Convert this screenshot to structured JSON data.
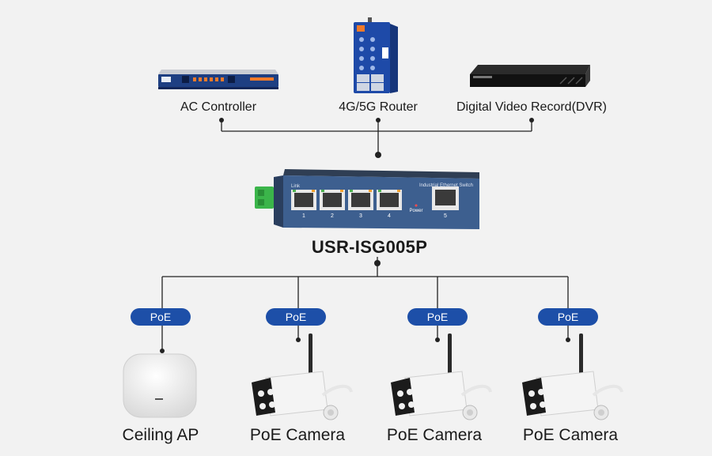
{
  "top_devices": [
    {
      "label": "AC Controller",
      "icon": "rack-controller-icon"
    },
    {
      "label": "4G/5G Router",
      "icon": "industrial-router-icon"
    },
    {
      "label": "Digital Video Record(DVR)",
      "icon": "dvr-icon"
    }
  ],
  "switch": {
    "name": "USR-ISG005P",
    "brand_text": "Industrial Ethernet Switch",
    "link_text": "Link",
    "power_text": "Power",
    "port_numbers": [
      "1",
      "2",
      "3",
      "4",
      "5"
    ]
  },
  "poe_badge": "PoE",
  "bottom_devices": [
    {
      "label": "Ceiling AP",
      "icon": "ceiling-ap-icon"
    },
    {
      "label": "PoE Camera",
      "icon": "poe-camera-icon"
    },
    {
      "label": "PoE Camera",
      "icon": "poe-camera-icon"
    },
    {
      "label": "PoE Camera",
      "icon": "poe-camera-icon"
    }
  ],
  "colors": {
    "background": "#f2f2f2",
    "badge": "#1d4fa8",
    "switch_body": "#3d5f8f",
    "line": "#222222"
  }
}
